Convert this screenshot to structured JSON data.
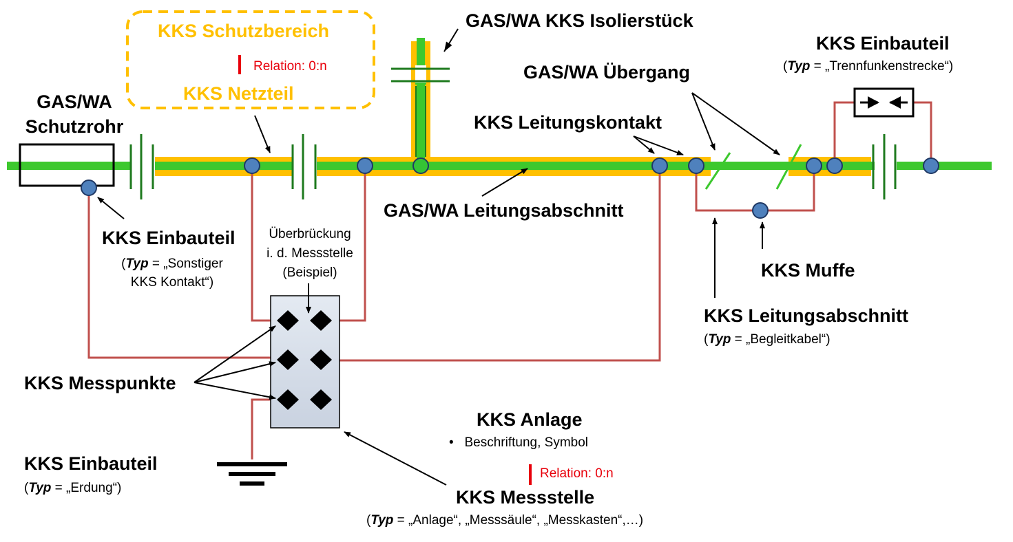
{
  "colors": {
    "pipe_green": "#3DC82E",
    "pipe_orange": "#FFC000",
    "wire_red": "#C0504D",
    "node_fill": "#4F81BD",
    "node_green": "#35C435",
    "relation_red": "#E8000B",
    "box_fill": "#DCE3EE"
  },
  "labels": {
    "schutzbereich": "KKS Schutzbereich",
    "relation_top": "Relation: 0:n",
    "netzteil": "KKS Netzteil",
    "isolierstueck": "GAS/WA KKS Isolierstück",
    "schutzrohr_line1": "GAS/WA",
    "schutzrohr_line2": "Schutzrohr",
    "uebergang": "GAS/WA Übergang",
    "einbauteil_tr": "KKS Einbauteil",
    "einbauteil_tr_typ_key": "Typ",
    "einbauteil_tr_typ_value": " = „Trennfunkenstrecke“)",
    "leitungskontakt": "KKS Leitungskontakt",
    "leitungsabschnitt_gaswa": "GAS/WA Leitungsabschnitt",
    "einbauteil_left": "KKS Einbauteil",
    "einbauteil_left_typ_key": "Typ",
    "einbauteil_left_typ_value1": " = „Sonstiger",
    "einbauteil_left_typ_value2": "KKS Kontakt“)",
    "ueberbrueckung_line1": "Überbrückung",
    "ueberbrueckung_line2": "i. d. Messstelle",
    "ueberbrueckung_line3": "(Beispiel)",
    "muffe": "KKS Muffe",
    "leitungsabschnitt_kks": "KKS Leitungsabschnitt",
    "leitungsabschnitt_kks_typ_key": "Typ",
    "leitungsabschnitt_kks_typ_value": " = „Begleitkabel“)",
    "messpunkte": "KKS Messpunkte",
    "anlage": "KKS Anlage",
    "anlage_bullet": "Beschriftung, Symbol",
    "relation_bottom": "Relation: 0:n",
    "einbauteil_erdung": "KKS Einbauteil",
    "einbauteil_erdung_typ_key": "Typ",
    "einbauteil_erdung_typ_value": " = „Erdung“)",
    "messstelle": "KKS Messstelle",
    "messstelle_typ_key": "Typ",
    "messstelle_typ_value": " = „Anlage“, „Messsäule“, „Messkasten“,…)"
  }
}
